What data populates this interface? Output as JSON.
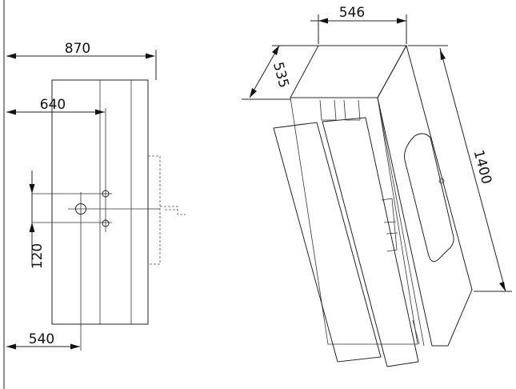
{
  "front_view": {
    "dims": {
      "width_total": "870",
      "width_upper": "640",
      "height_offset": "120",
      "width_lower": "540"
    }
  },
  "iso_view": {
    "dims": {
      "width": "546",
      "depth": "535",
      "length": "1400"
    }
  }
}
